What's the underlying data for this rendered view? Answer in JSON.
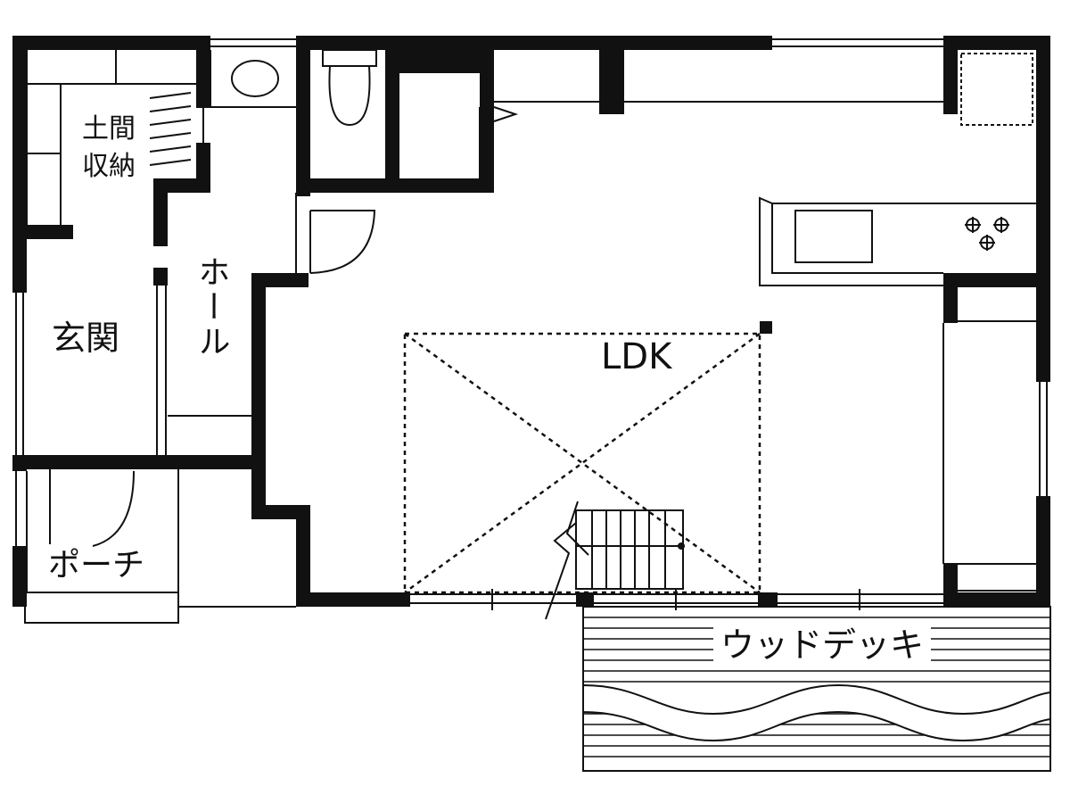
{
  "colors": {
    "wall": "#111111",
    "line": "#111111",
    "paper": "#ffffff"
  },
  "rooms": {
    "storage_line1": "土間",
    "storage_line2": "収納",
    "entrance": "玄関",
    "hall": "ホール",
    "ldk": "LDK",
    "porch": "ポーチ",
    "deck": "ウッドデッキ"
  },
  "icons": [
    "sink-icon",
    "toilet-icon",
    "stove-burner-icon",
    "staircase-icon",
    "kitchen-sink-icon"
  ]
}
